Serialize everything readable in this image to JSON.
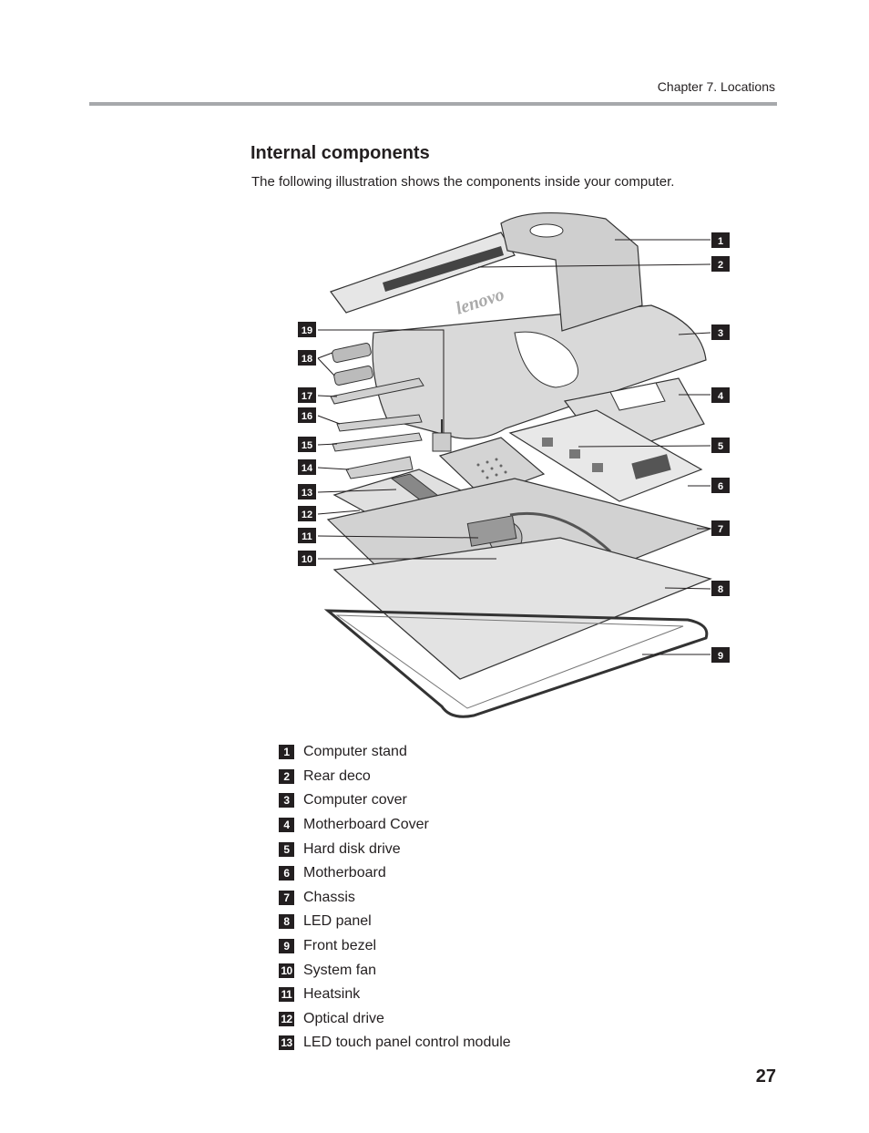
{
  "header": {
    "chapter": "Chapter 7. Locations"
  },
  "section": {
    "title": "Internal components",
    "intro": "The following illustration shows the components inside your computer."
  },
  "figure": {
    "brand_text": "lenovo",
    "callouts_right": [
      "1",
      "2",
      "3",
      "4",
      "5",
      "6",
      "7",
      "8",
      "9"
    ],
    "callouts_left": [
      "19",
      "18",
      "17",
      "16",
      "15",
      "14",
      "13",
      "12",
      "11",
      "10"
    ]
  },
  "legend": [
    {
      "num": "1",
      "label": "Computer stand"
    },
    {
      "num": "2",
      "label": "Rear deco"
    },
    {
      "num": "3",
      "label": "Computer cover"
    },
    {
      "num": "4",
      "label": "Motherboard Cover"
    },
    {
      "num": "5",
      "label": "Hard disk drive"
    },
    {
      "num": "6",
      "label": "Motherboard"
    },
    {
      "num": "7",
      "label": "Chassis"
    },
    {
      "num": "8",
      "label": "LED panel"
    },
    {
      "num": "9",
      "label": "Front bezel"
    },
    {
      "num": "10",
      "label": "System fan"
    },
    {
      "num": "11",
      "label": "Heatsink"
    },
    {
      "num": "12",
      "label": "Optical drive"
    },
    {
      "num": "13",
      "label": "LED touch panel control module"
    }
  ],
  "page_number": "27"
}
